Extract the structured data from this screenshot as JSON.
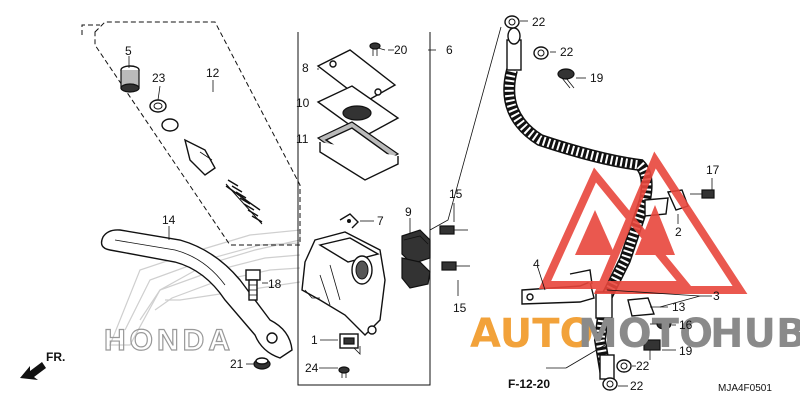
{
  "callouts": {
    "c1": "1",
    "c2": "2",
    "c3": "3",
    "c4": "4",
    "c5": "5",
    "c6": "6",
    "c7": "7",
    "c8": "8",
    "c9": "9",
    "c10": "10",
    "c11": "11",
    "c12": "12",
    "c13": "13",
    "c14": "14",
    "c15a": "15",
    "c15b": "15",
    "c16": "16",
    "c17": "17",
    "c18": "18",
    "c19a": "19",
    "c19b": "19",
    "c20": "20",
    "c21": "21",
    "c22a": "22",
    "c22b": "22",
    "c22c": "22",
    "c22d": "22",
    "c23": "23",
    "c24": "24"
  },
  "direction_label": "FR.",
  "reference": "F-12-20",
  "diagram_code": "MJA4F0501",
  "brand_text": "HONDA",
  "watermark": {
    "left": "AUTO",
    "mid": "MOTO",
    "right": "HUB",
    "colors": {
      "red": "#e8463c",
      "orange": "#f2a23a",
      "grey": "#8a8a8a"
    }
  }
}
